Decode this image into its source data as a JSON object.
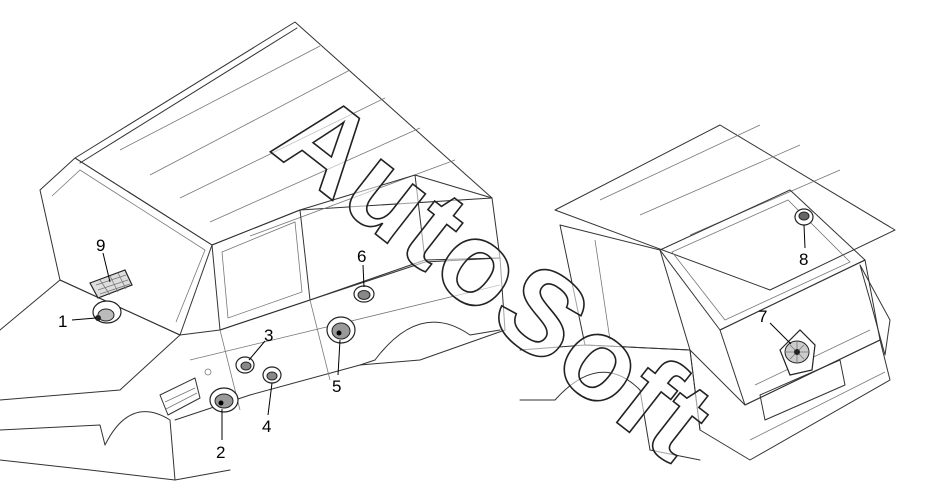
{
  "diagram": {
    "callouts": [
      {
        "id": "1",
        "label": "1"
      },
      {
        "id": "2",
        "label": "2"
      },
      {
        "id": "3",
        "label": "3"
      },
      {
        "id": "4",
        "label": "4"
      },
      {
        "id": "5",
        "label": "5"
      },
      {
        "id": "6",
        "label": "6"
      },
      {
        "id": "7",
        "label": "7"
      },
      {
        "id": "8",
        "label": "8"
      },
      {
        "id": "9",
        "label": "9"
      }
    ]
  },
  "watermark": {
    "text": "AutoSoft"
  },
  "colors": {
    "line": "#333333",
    "background": "#ffffff",
    "text": "#000000"
  }
}
